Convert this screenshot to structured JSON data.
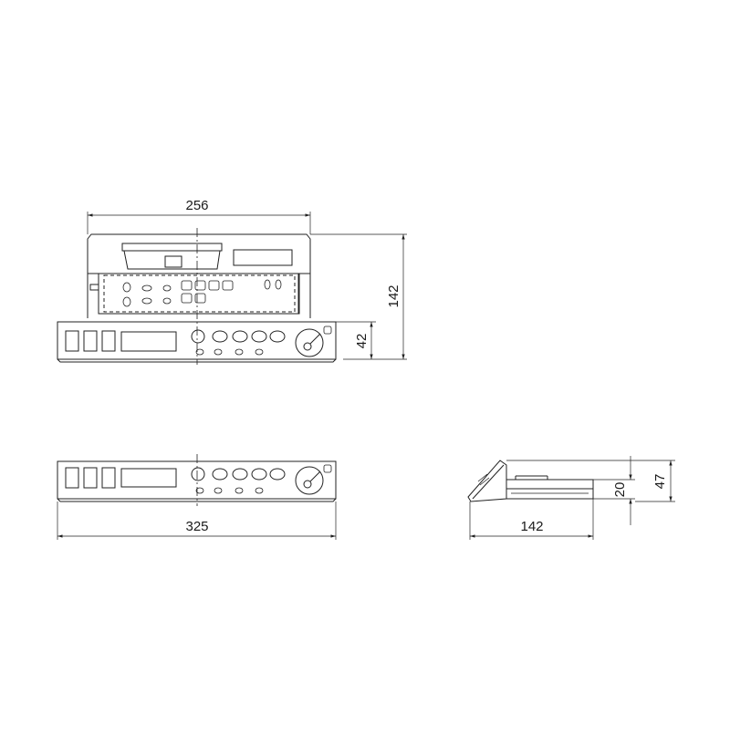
{
  "drawing": {
    "views": {
      "top_assembly": {
        "width_dimension": "256",
        "height_dimension": "142",
        "panel_depth_dimension": "42"
      },
      "front": {
        "width_dimension": "325"
      },
      "side": {
        "depth_dimension": "142",
        "thickness_small_dimension": "20",
        "thickness_total_dimension": "47"
      }
    }
  }
}
